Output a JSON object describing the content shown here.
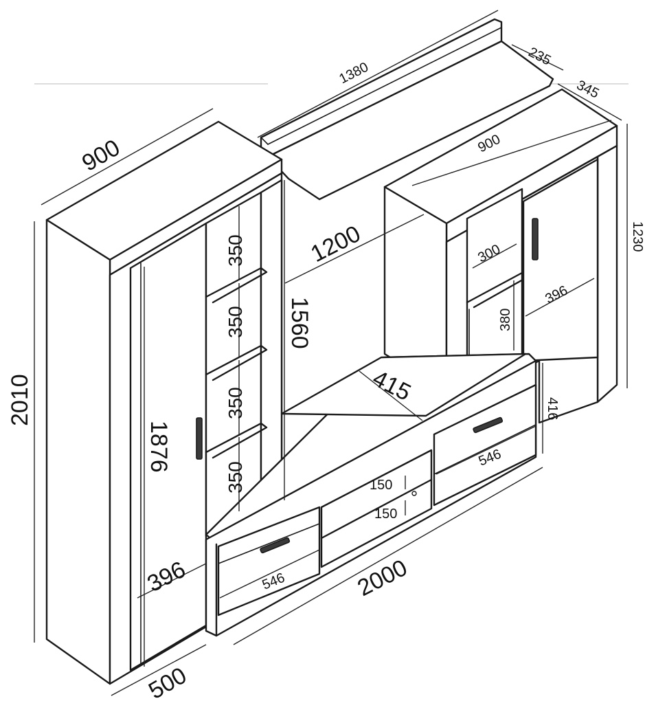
{
  "diagram": {
    "dimensions": {
      "wall_shelf_length": "1380",
      "wall_shelf_depth": "235",
      "right_cabinet_depth": "345",
      "left_cabinet_width": "900",
      "right_cabinet_width": "900",
      "left_height": "2010",
      "left_door_height": "1876",
      "left_depth": "500",
      "left_door_width": "396",
      "shelf_gap_1": "350",
      "shelf_gap_2": "350",
      "shelf_gap_3": "350",
      "shelf_gap_4": "350",
      "glass_panel_height": "1560",
      "span_between": "1200",
      "right_shelf_depth": "300",
      "right_shelf_gap": "380",
      "right_door_width": "396",
      "right_height": "1230",
      "tv_base_depth": "415",
      "tv_base_height": "416",
      "tv_base_width": "2000",
      "drawer_width_left": "546",
      "drawer_width_right": "546",
      "niche_height_top": "150",
      "niche_height_bottom": "150"
    }
  }
}
